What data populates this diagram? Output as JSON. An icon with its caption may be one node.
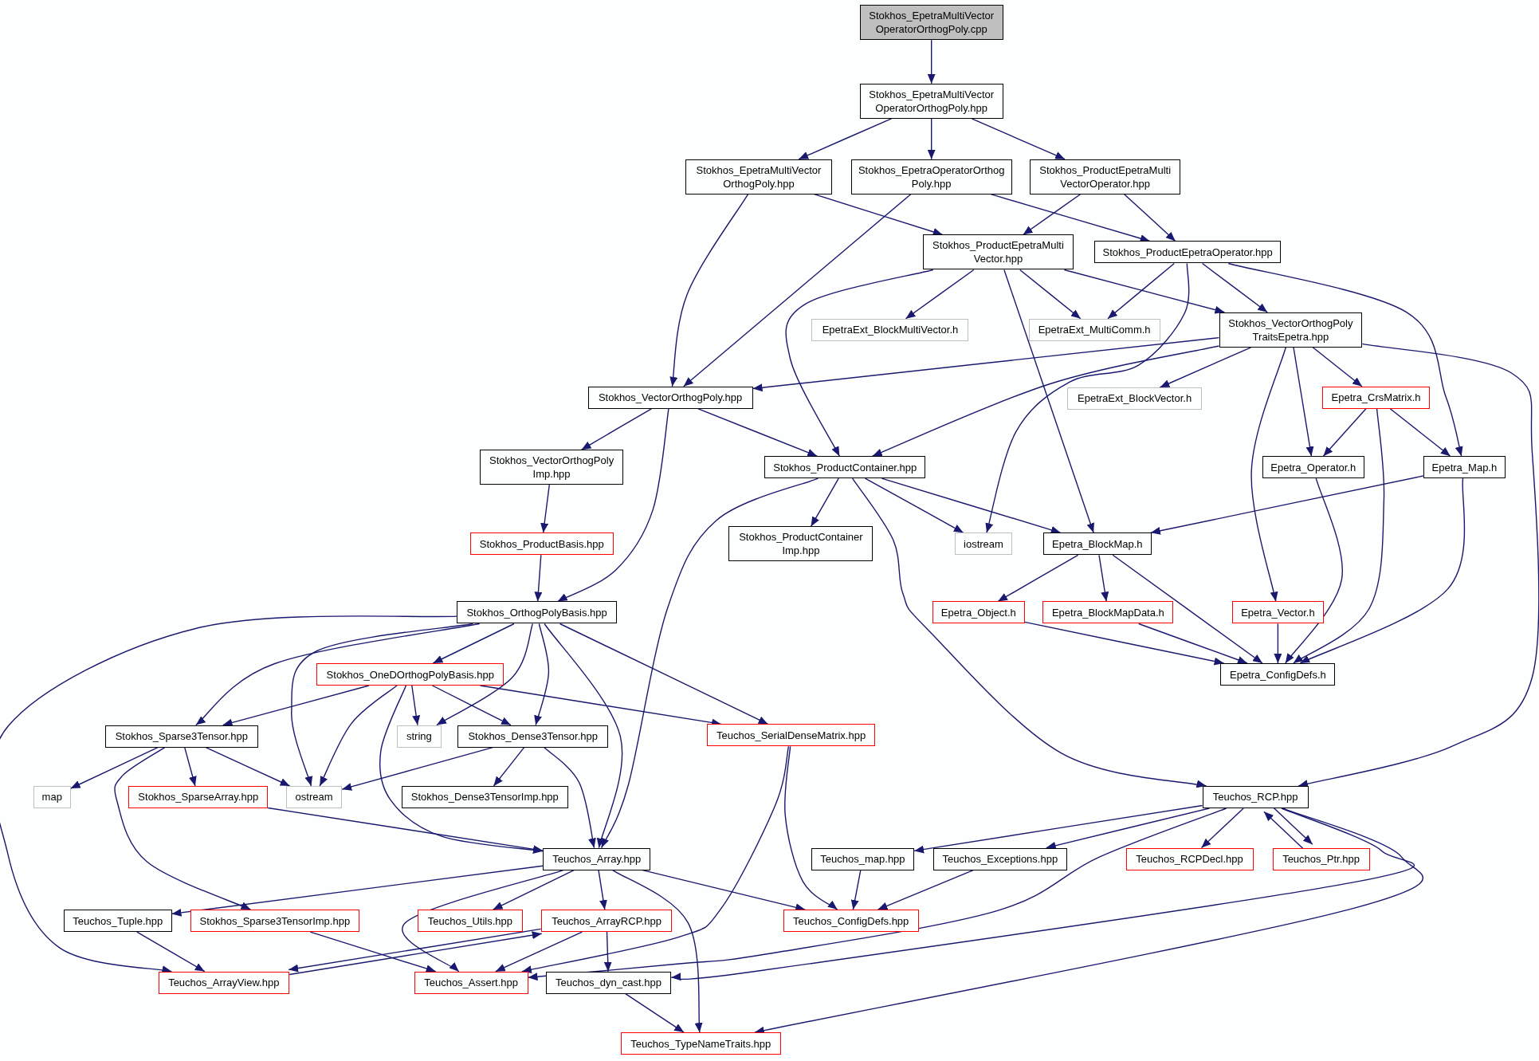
{
  "diagram": {
    "nodes": [
      {
        "text": [
          "Stokhos_EpetraMultiVector OperatorOrthogPoly.cpp"
        ]
      },
      {
        "text": [
          "Stokhos_EpetraMultiVector OperatorOrthogPoly.hpp"
        ]
      },
      {
        "text": [
          "Stokhos_EpetraMultiVector OrthogPoly.hpp"
        ]
      },
      {
        "text": [
          "Stokhos_EpetraOperatorOrthog Poly.hpp"
        ]
      },
      {
        "text": [
          "Stokhos_ProductEpetraMulti VectorOperator.hpp"
        ]
      },
      {
        "text": [
          "Stokhos_ProductEpetraMulti Vector.hpp"
        ]
      },
      {
        "text": [
          "Stokhos_ProductEpetraOperator.hpp"
        ]
      },
      {
        "text": [
          "EpetraExt_BlockMultiVector.h"
        ]
      },
      {
        "text": [
          "EpetraExt_MultiComm.h"
        ]
      },
      {
        "text": [
          "Stokhos_VectorOrthogPoly TraitsEpetra.hpp"
        ]
      },
      {
        "text": [
          "Stokhos_VectorOrthogPoly.hpp"
        ]
      },
      {
        "text": [
          "EpetraExt_BlockVector.h"
        ]
      },
      {
        "text": [
          "Epetra_CrsMatrix.h"
        ]
      },
      {
        "text": [
          "Stokhos_VectorOrthogPoly Imp.hpp"
        ]
      },
      {
        "text": [
          "Stokhos_ProductContainer.hpp"
        ]
      },
      {
        "text": [
          "Epetra_Operator.h"
        ]
      },
      {
        "text": [
          "Epetra_Map.h"
        ]
      },
      {
        "text": [
          "Stokhos_ProductBasis.hpp"
        ]
      },
      {
        "text": [
          "Stokhos_ProductContainer Imp.hpp"
        ]
      },
      {
        "text": [
          "iostream"
        ]
      },
      {
        "text": [
          "Epetra_BlockMap.h"
        ]
      },
      {
        "text": [
          "Stokhos_OrthogPolyBasis.hpp"
        ]
      },
      {
        "text": [
          "Epetra_Object.h"
        ]
      },
      {
        "text": [
          "Epetra_BlockMapData.h"
        ]
      },
      {
        "text": [
          "Epetra_Vector.h"
        ]
      },
      {
        "text": [
          "Epetra_ConfigDefs.h"
        ]
      },
      {
        "text": [
          "Stokhos_OneDOrthogPolyBasis.hpp"
        ]
      },
      {
        "text": [
          "Stokhos_Sparse3Tensor.hpp"
        ]
      },
      {
        "text": [
          "string"
        ]
      },
      {
        "text": [
          "Stokhos_Dense3Tensor.hpp"
        ]
      },
      {
        "text": [
          "Teuchos_SerialDenseMatrix.hpp"
        ]
      },
      {
        "text": [
          "map"
        ]
      },
      {
        "text": [
          "Stokhos_SparseArray.hpp"
        ]
      },
      {
        "text": [
          "ostream"
        ]
      },
      {
        "text": [
          "Stokhos_Dense3TensorImp.hpp"
        ]
      },
      {
        "text": [
          "Teuchos_RCP.hpp"
        ]
      },
      {
        "text": [
          "Teuchos_Array.hpp"
        ]
      },
      {
        "text": [
          "Teuchos_map.hpp"
        ]
      },
      {
        "text": [
          "Teuchos_Exceptions.hpp"
        ]
      },
      {
        "text": [
          "Teuchos_RCPDecl.hpp"
        ]
      },
      {
        "text": [
          "Teuchos_Ptr.hpp"
        ]
      },
      {
        "text": [
          "Teuchos_Tuple.hpp"
        ]
      },
      {
        "text": [
          "Stokhos_Sparse3TensorImp.hpp"
        ]
      },
      {
        "text": [
          "Teuchos_Utils.hpp"
        ]
      },
      {
        "text": [
          "Teuchos_ArrayRCP.hpp"
        ]
      },
      {
        "text": [
          "Teuchos_ConfigDefs.hpp"
        ]
      },
      {
        "text": [
          "Teuchos_ArrayView.hpp"
        ]
      },
      {
        "text": [
          "Teuchos_Assert.hpp"
        ]
      },
      {
        "text": [
          "Teuchos_dyn_cast.hpp"
        ]
      },
      {
        "text": [
          "Teuchos_TypeNameTraits.hpp"
        ]
      }
    ],
    "edges": [
      {
        "from": 0,
        "to": 1,
        "arrow": "to"
      },
      {
        "from": 1,
        "to": 2,
        "arrow": "to"
      },
      {
        "from": 1,
        "to": 3,
        "arrow": "to"
      },
      {
        "from": 1,
        "to": 4,
        "arrow": "to"
      },
      {
        "from": 2,
        "to": 5,
        "arrow": "to"
      },
      {
        "from": 2,
        "to": 10,
        "arrow": "to"
      },
      {
        "from": 3,
        "to": 10,
        "arrow": "to"
      },
      {
        "from": 3,
        "to": 6,
        "arrow": "to"
      },
      {
        "from": 4,
        "to": 5,
        "arrow": "to"
      },
      {
        "from": 4,
        "to": 6,
        "arrow": "to"
      },
      {
        "from": 5,
        "to": 14,
        "arrow": "to"
      },
      {
        "from": 5,
        "to": 7,
        "arrow": "to"
      },
      {
        "from": 5,
        "to": 20,
        "arrow": "to"
      },
      {
        "from": 5,
        "to": 8,
        "arrow": "to"
      },
      {
        "from": 5,
        "to": 9,
        "arrow": "to"
      },
      {
        "from": 6,
        "to": 8,
        "arrow": "to"
      },
      {
        "from": 6,
        "to": 9,
        "arrow": "to"
      },
      {
        "from": 6,
        "to": 19,
        "arrow": "to"
      },
      {
        "from": 6,
        "to": 16,
        "arrow": "to"
      },
      {
        "from": 9,
        "to": 10,
        "arrow": "to"
      },
      {
        "from": 9,
        "to": 14,
        "arrow": "to"
      },
      {
        "from": 9,
        "to": 11,
        "arrow": "to"
      },
      {
        "from": 9,
        "to": 12,
        "arrow": "to"
      },
      {
        "from": 9,
        "to": 15,
        "arrow": "to"
      },
      {
        "from": 9,
        "to": 24,
        "arrow": "to"
      },
      {
        "from": 9,
        "to": 35,
        "arrow": "to"
      },
      {
        "from": 10,
        "to": 13,
        "arrow": "to"
      },
      {
        "from": 10,
        "to": 14,
        "arrow": "to"
      },
      {
        "from": 10,
        "to": 21,
        "arrow": "to"
      },
      {
        "from": 12,
        "to": 15,
        "arrow": "to"
      },
      {
        "from": 12,
        "to": 16,
        "arrow": "to"
      },
      {
        "from": 12,
        "to": 25,
        "arrow": "to"
      },
      {
        "from": 13,
        "to": 17,
        "arrow": "to"
      },
      {
        "from": 14,
        "to": 18,
        "arrow": "to"
      },
      {
        "from": 14,
        "to": 19,
        "arrow": "to"
      },
      {
        "from": 14,
        "to": 20,
        "arrow": "to"
      },
      {
        "from": 14,
        "to": 36,
        "arrow": "to"
      },
      {
        "from": 14,
        "to": 35,
        "arrow": "to"
      },
      {
        "from": 15,
        "to": 25,
        "arrow": "to"
      },
      {
        "from": 16,
        "to": 20,
        "arrow": "to"
      },
      {
        "from": 16,
        "to": 25,
        "arrow": "to"
      },
      {
        "from": 17,
        "to": 21,
        "arrow": "to"
      },
      {
        "from": 20,
        "to": 22,
        "arrow": "to"
      },
      {
        "from": 20,
        "to": 23,
        "arrow": "to"
      },
      {
        "from": 20,
        "to": 25,
        "arrow": "to"
      },
      {
        "from": 22,
        "to": 25,
        "arrow": "to"
      },
      {
        "from": 23,
        "to": 25,
        "arrow": "to"
      },
      {
        "from": 24,
        "to": 25,
        "arrow": "to"
      },
      {
        "from": 21,
        "to": 26,
        "arrow": "to"
      },
      {
        "from": 21,
        "to": 27,
        "arrow": "to"
      },
      {
        "from": 21,
        "to": 33,
        "arrow": "to"
      },
      {
        "from": 21,
        "to": 28,
        "arrow": "to"
      },
      {
        "from": 21,
        "to": 29,
        "arrow": "to"
      },
      {
        "from": 21,
        "to": 36,
        "arrow": "to"
      },
      {
        "from": 21,
        "to": 30,
        "arrow": "to"
      },
      {
        "from": 21,
        "to": 46,
        "arrow": "to"
      },
      {
        "from": 26,
        "to": 27,
        "arrow": "to"
      },
      {
        "from": 26,
        "to": 33,
        "arrow": "to"
      },
      {
        "from": 26,
        "to": 28,
        "arrow": "to"
      },
      {
        "from": 26,
        "to": 29,
        "arrow": "to"
      },
      {
        "from": 26,
        "to": 36,
        "arrow": "to"
      },
      {
        "from": 26,
        "to": 30,
        "arrow": "to"
      },
      {
        "from": 27,
        "to": 31,
        "arrow": "to"
      },
      {
        "from": 27,
        "to": 32,
        "arrow": "to"
      },
      {
        "from": 27,
        "to": 33,
        "arrow": "to"
      },
      {
        "from": 27,
        "to": 42,
        "arrow": "to"
      },
      {
        "from": 29,
        "to": 33,
        "arrow": "to"
      },
      {
        "from": 29,
        "to": 34,
        "arrow": "to"
      },
      {
        "from": 29,
        "to": 36,
        "arrow": "to"
      },
      {
        "from": 30,
        "to": 45,
        "arrow": "to"
      },
      {
        "from": 30,
        "to": 47,
        "arrow": "to"
      },
      {
        "from": 32,
        "to": 36,
        "arrow": "to"
      },
      {
        "from": 35,
        "to": 37,
        "arrow": "to"
      },
      {
        "from": 35,
        "to": 38,
        "arrow": "to"
      },
      {
        "from": 35,
        "to": 39,
        "arrow": "to"
      },
      {
        "from": 35,
        "to": 40,
        "arrow": "to"
      },
      {
        "from": 40,
        "to": 35,
        "arrow": "to"
      },
      {
        "from": 35,
        "to": 47,
        "arrow": "to"
      },
      {
        "from": 35,
        "to": 48,
        "arrow": "to"
      },
      {
        "from": 35,
        "to": 49,
        "arrow": "to"
      },
      {
        "from": 36,
        "to": 41,
        "arrow": "to"
      },
      {
        "from": 36,
        "to": 43,
        "arrow": "to"
      },
      {
        "from": 36,
        "to": 44,
        "arrow": "to"
      },
      {
        "from": 36,
        "to": 45,
        "arrow": "to"
      },
      {
        "from": 36,
        "to": 47,
        "arrow": "to"
      },
      {
        "from": 36,
        "to": 49,
        "arrow": "to"
      },
      {
        "from": 37,
        "to": 45,
        "arrow": "to"
      },
      {
        "from": 38,
        "to": 45,
        "arrow": "to"
      },
      {
        "from": 41,
        "to": 46,
        "arrow": "to"
      },
      {
        "from": 42,
        "to": 47,
        "arrow": "to"
      },
      {
        "from": 44,
        "to": 46,
        "arrow": "to"
      },
      {
        "from": 46,
        "to": 44,
        "arrow": "to"
      },
      {
        "from": 44,
        "to": 47,
        "arrow": "to"
      },
      {
        "from": 44,
        "to": 48,
        "arrow": "to"
      },
      {
        "from": 48,
        "to": 49,
        "arrow": "to"
      }
    ]
  }
}
